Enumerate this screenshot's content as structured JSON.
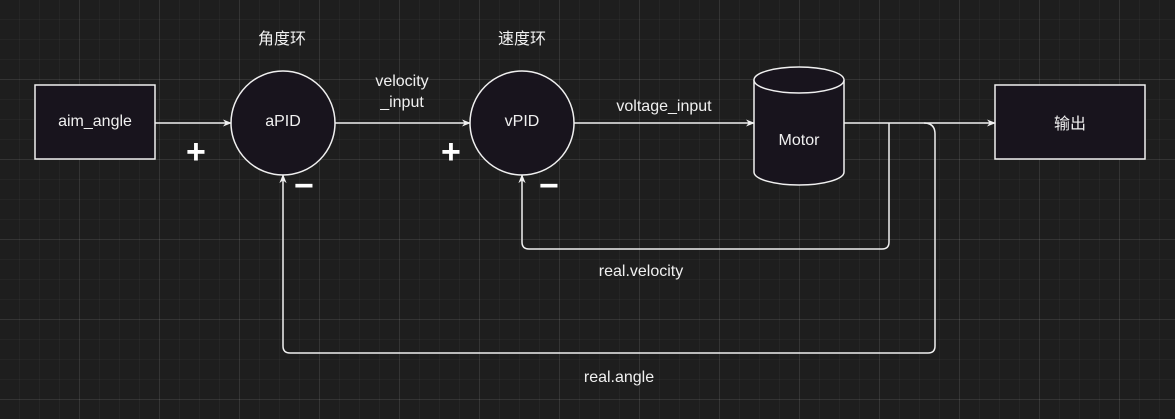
{
  "colors": {
    "background": "#1e1e1e",
    "stroke": "#f0f0f0",
    "fill": "#18141d",
    "text": "#f0f0f0"
  },
  "nodes": {
    "aim_angle": "aim_angle",
    "apid": "aPID",
    "vpid": "vPID",
    "motor": "Motor",
    "output": "输出"
  },
  "titles": {
    "angle_loop": "角度环",
    "speed_loop": "速度环"
  },
  "edges": {
    "velocity_input_line1": "velocity",
    "velocity_input_line2": "_input",
    "voltage_input": "voltage_input",
    "real_velocity": "real.velocity",
    "real_angle": "real.angle"
  },
  "signs": {
    "apid_plus": "+",
    "apid_minus": "−",
    "vpid_plus": "+",
    "vpid_minus": "−"
  }
}
